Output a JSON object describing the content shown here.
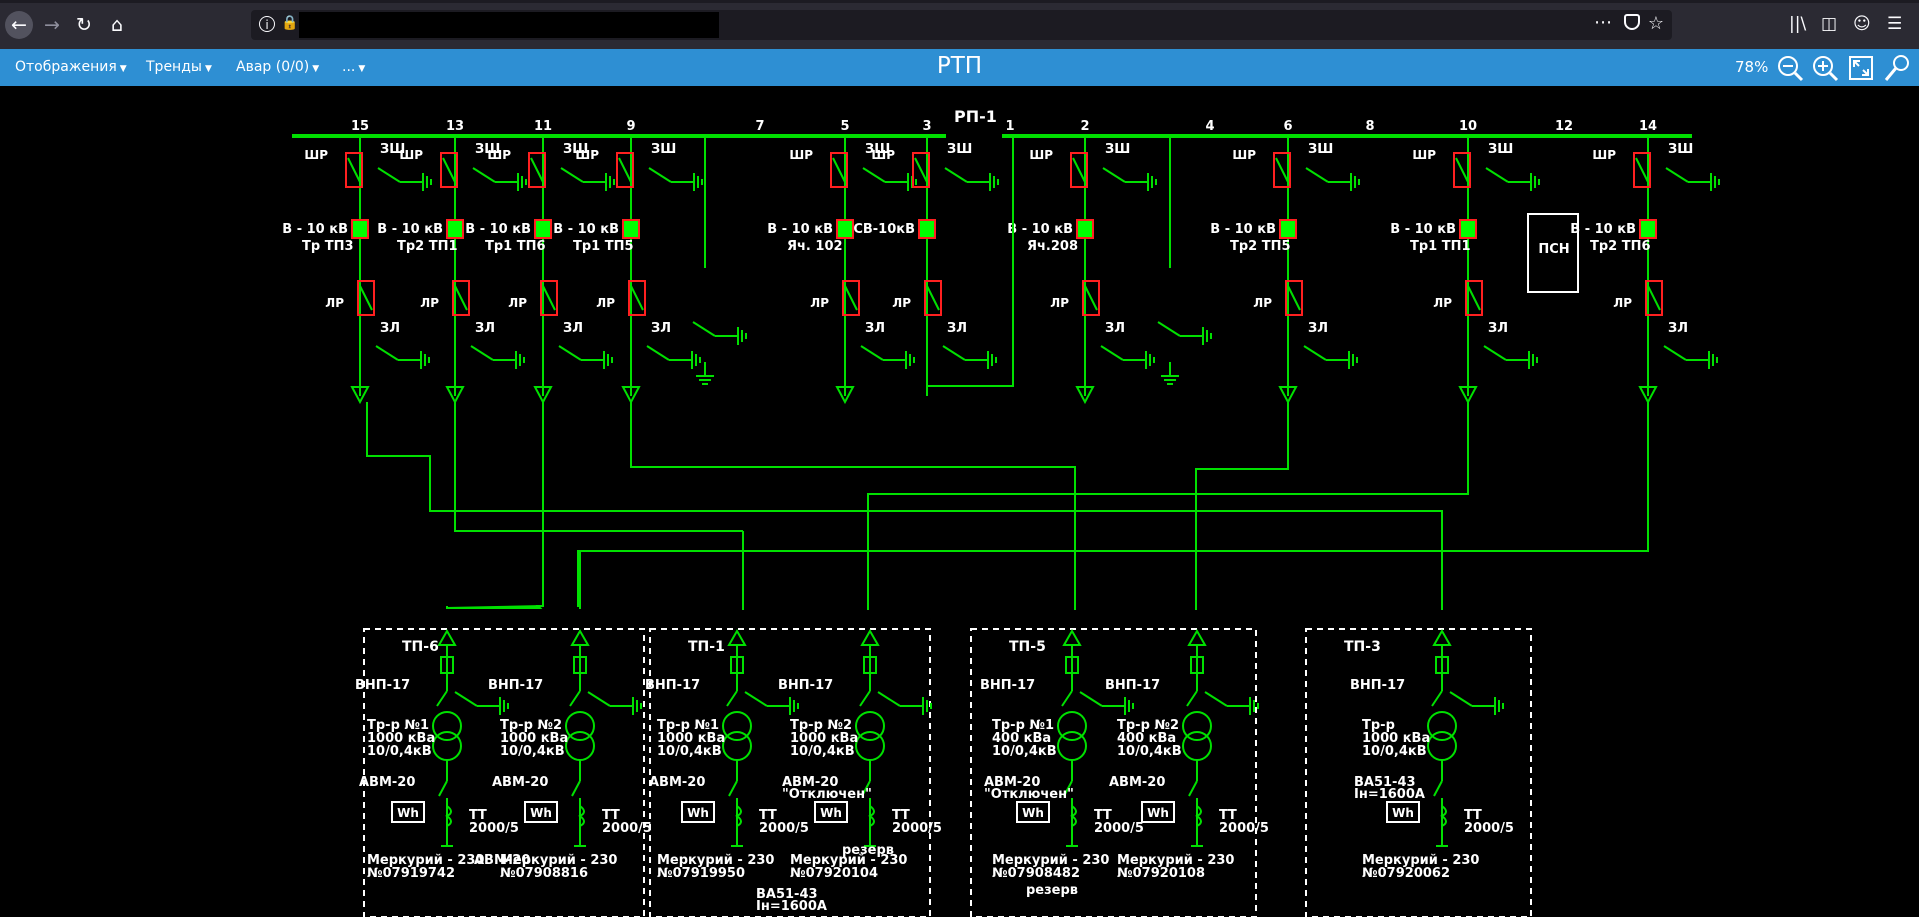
{
  "browser": {
    "url_text": "",
    "icons": [
      "back-icon",
      "forward-icon",
      "reload-icon",
      "home-icon",
      "info-icon",
      "lock-icon",
      "more-icon",
      "pocket-icon",
      "star-icon",
      "library-icon",
      "sidebar-icon",
      "account-icon",
      "hamburger-menu-icon"
    ]
  },
  "app": {
    "title": "РТП",
    "menus": [
      "Отображения",
      "Тренды",
      "Авар (0/0)",
      "..."
    ],
    "zoom": "78%",
    "accent": "#2e8fd3"
  },
  "scheme": {
    "bus_left": "РП-1",
    "line_color": "#00e000",
    "cells": [
      {
        "num": "15",
        "breaker": "В - 10 кВ",
        "feeder": "Тр ТП3"
      },
      {
        "num": "13",
        "breaker": "В - 10 кВ",
        "feeder": "Тр2 ТП1"
      },
      {
        "num": "11",
        "breaker": "В - 10 кВ",
        "feeder": "Тр1 ТП6"
      },
      {
        "num": "9",
        "breaker": "В - 10 кВ",
        "feeder": "Тр1 ТП5"
      },
      {
        "num": "7"
      },
      {
        "num": "5",
        "breaker": "В - 10 кВ",
        "feeder": "Яч. 102"
      },
      {
        "num": "3",
        "breaker": "СВ-10кВ"
      },
      {
        "num": "1"
      },
      {
        "num": "2",
        "breaker": "В - 10 кВ",
        "feeder": "Яч.208"
      },
      {
        "num": "4"
      },
      {
        "num": "6",
        "breaker": "В - 10 кВ",
        "feeder": "Тр2 ТП5"
      },
      {
        "num": "8"
      },
      {
        "num": "10",
        "breaker": "В - 10 кВ",
        "feeder": "Тр1 ТП1"
      },
      {
        "num": "12",
        "psn": "ПСН"
      },
      {
        "num": "14",
        "breaker": "В - 10 кВ",
        "feeder": "Тр2 ТП6"
      }
    ],
    "labels": {
      "zsh": "ЗШ",
      "shr": "ШР",
      "lr": "ЛР",
      "zl": "ЗЛ"
    },
    "substations": [
      {
        "name": "ТП-6",
        "units": [
          {
            "vnp": "ВНП-17",
            "tr": [
              "Тр-р №1",
              "1000 кВа",
              "10/0,4кВ"
            ],
            "avm": [
              "АВМ-20"
            ],
            "wh": "Wh",
            "tt": [
              "ТТ",
              "2000/5"
            ],
            "meter": [
              "Меркурий - 230",
              "№07919742"
            ]
          },
          {
            "vnp": "ВНП-17",
            "tr": [
              "Тр-р №2",
              "1000 кВа",
              "10/0,4кВ"
            ],
            "avm": [
              "АВМ-20"
            ],
            "wh": "Wh",
            "tt": [
              "ТТ",
              "2000/5"
            ],
            "meter": [
              "Меркурий - 230",
              "№07908816"
            ]
          }
        ],
        "extra": [
          "АВМ-20"
        ]
      },
      {
        "name": "ТП-1",
        "units": [
          {
            "vnp": "ВНП-17",
            "tr": [
              "Тр-р №1",
              "1000 кВа",
              "10/0,4кВ"
            ],
            "avm": [
              "АВМ-20"
            ],
            "wh": "Wh",
            "tt": [
              "ТТ",
              "2000/5"
            ],
            "meter": [
              "Меркурий - 230",
              "№07919950"
            ]
          },
          {
            "vnp": "ВНП-17",
            "tr": [
              "Тр-р №2",
              "1000 кВа",
              "10/0,4кВ"
            ],
            "avm": [
              "АВМ-20",
              "\"Отключен\""
            ],
            "wh": "Wh",
            "tt": [
              "ТТ",
              "2000/5"
            ],
            "meter": [
              "Меркурий - 230",
              "№07920104"
            ]
          }
        ],
        "extra": [
          "резерв",
          "ВА51-43",
          "Iн=1600А"
        ]
      },
      {
        "name": "ТП-5",
        "units": [
          {
            "vnp": "ВНП-17",
            "tr": [
              "Тр-р №1",
              "400 кВа",
              "10/0,4кВ"
            ],
            "avm": [
              "АВМ-20",
              "\"Отключен\""
            ],
            "wh": "Wh",
            "tt": [
              "ТТ",
              "2000/5"
            ],
            "meter": [
              "Меркурий - 230",
              "№07908482"
            ]
          },
          {
            "vnp": "ВНП-17",
            "tr": [
              "Тр-р №2",
              "400 кВа",
              "10/0,4кВ"
            ],
            "avm": [
              "АВМ-20"
            ],
            "wh": "Wh",
            "tt": [
              "ТТ",
              "2000/5"
            ],
            "meter": [
              "Меркурий - 230",
              "№07920108"
            ]
          }
        ],
        "extra": [
          "резерв"
        ]
      },
      {
        "name": "ТП-3",
        "units": [
          {
            "vnp": "ВНП-17",
            "tr": [
              "Тр-р",
              "1000 кВа",
              "10/0,4кВ"
            ],
            "avm": [
              "ВА51-43",
              "Iн=1600А"
            ],
            "wh": "Wh",
            "tt": [
              "ТТ",
              "2000/5"
            ],
            "meter": [
              "Меркурий - 230",
              "№07920062"
            ]
          }
        ],
        "extra": []
      }
    ]
  }
}
